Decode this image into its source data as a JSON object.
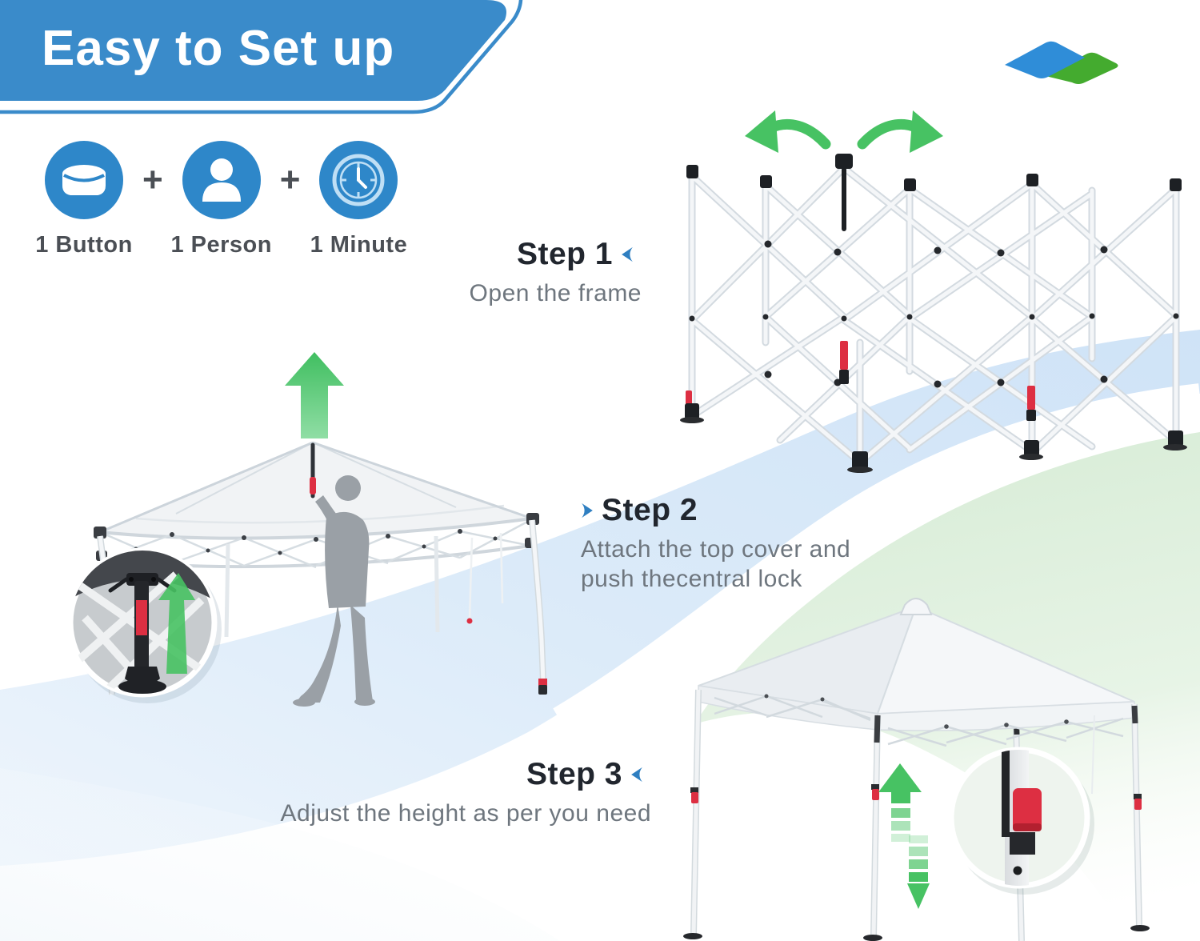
{
  "banner": {
    "title": "Easy to Set up"
  },
  "features": {
    "plus": "+",
    "items": [
      {
        "icon": "button-icon",
        "label": "1 Button"
      },
      {
        "icon": "person-icon",
        "label": "1 Person"
      },
      {
        "icon": "clock-icon",
        "label": "1 Minute"
      }
    ]
  },
  "steps": [
    {
      "title": "Step 1",
      "description_lines": [
        "Open the frame"
      ]
    },
    {
      "title": "Step 2",
      "description_lines": [
        "Attach the top cover and",
        "push thecentral lock"
      ]
    },
    {
      "title": "Step 3",
      "description_lines": [
        "Adjust the height as per you need"
      ]
    }
  ],
  "colors": {
    "banner_blue": "#3a8bca",
    "icon_blue": "#2e87c9",
    "arrow_blue": "#2f7fc1",
    "title_dark": "#21262e",
    "body_gray": "#6e767e",
    "label_gray": "#4b4f55",
    "green": "#47c263",
    "red": "#dd2f42",
    "band_blue": "#d4e6f8",
    "band_green": "#d9eed8",
    "logo_blue": "#2f8dd8",
    "logo_green": "#44ab2f"
  }
}
